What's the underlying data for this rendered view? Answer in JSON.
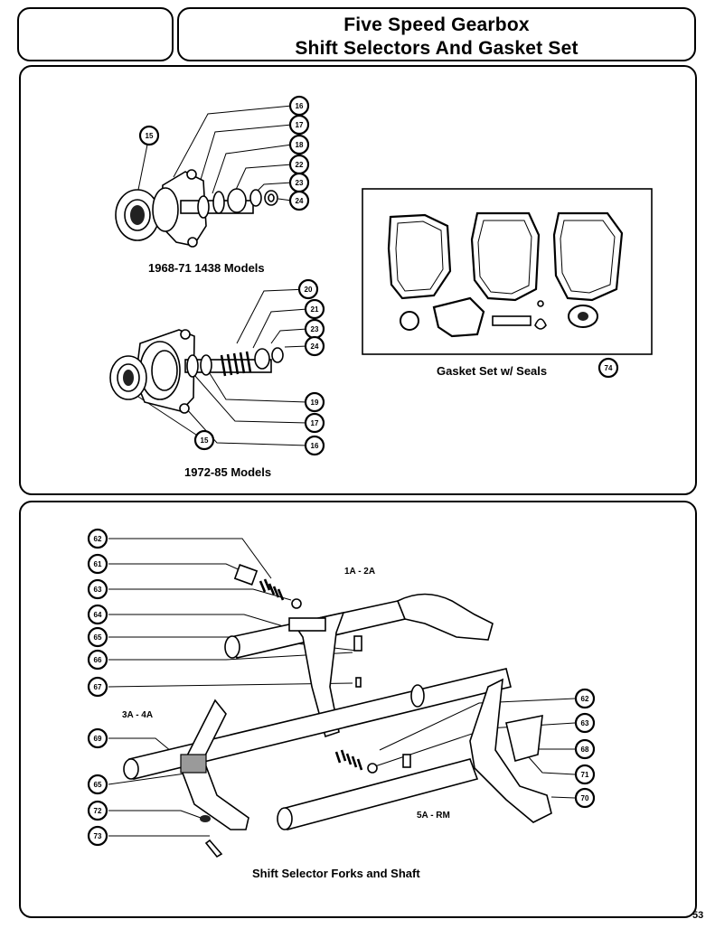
{
  "title": {
    "line1": "Five Speed Gearbox",
    "line2": "Shift Selectors And Gasket Set"
  },
  "top_panel": {
    "caption_1968": "1968-71 1438 Models",
    "caption_1972": "1972-85 Models",
    "gasket_caption": "Gasket Set w/ Seals",
    "callouts_1968": [
      "15",
      "16",
      "17",
      "18",
      "22",
      "23",
      "24"
    ],
    "callouts_1972": [
      "20",
      "21",
      "23",
      "24",
      "19",
      "17",
      "15",
      "16"
    ],
    "gasket_callout": "74"
  },
  "bottom_panel": {
    "label_1a2a": "1A - 2A",
    "label_3a4a": "3A - 4A",
    "label_5arm": "5A - RM",
    "caption": "Shift Selector Forks and Shaft",
    "callouts_left": [
      "62",
      "61",
      "63",
      "64",
      "65",
      "66",
      "67",
      "69",
      "65",
      "72",
      "73"
    ],
    "callouts_right": [
      "62",
      "63",
      "68",
      "71",
      "70"
    ]
  },
  "page_number": "53"
}
